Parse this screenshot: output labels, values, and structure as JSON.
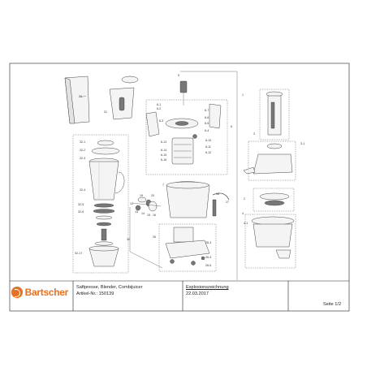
{
  "title_block": {
    "brand": "Bartscher",
    "product": "Saftpresse, Blender, Combijuicer",
    "article": "Artikel-Nr.: 150139",
    "drawing_type": "Explosionszeichnung",
    "date": "22.03.2017",
    "page": "Seite 1/2"
  },
  "callouts": {
    "c32_1": "32-1",
    "c32_2": "32-2",
    "c32_3": "32-3",
    "c32_4": "32-4",
    "c32_5": "32-5",
    "c32_6": "32-6",
    "c32_17": "32-17",
    "c32": "32",
    "c29": "29",
    "c31": "31",
    "c5": "5",
    "c6_1": "6-1",
    "c6_2": "6-2",
    "c6_3": "6-3",
    "c6_4": "6-4",
    "c6_5": "6-5",
    "c6_6": "6-6",
    "c6_7": "6-7",
    "c6_10": "6-10",
    "c6_11": "6-11",
    "c6_12": "6-12",
    "c6_13": "6-13",
    "c6_14": "6-14",
    "c6_15": "6-15",
    "c6_16": "6-16",
    "c6": "6",
    "c7": "7",
    "c12": "12",
    "c13": "13",
    "c14": "14",
    "c15": "15",
    "c16": "16",
    "c17": "17",
    "c18": "18",
    "c19": "19",
    "c20": "20",
    "c26": "26",
    "c26_3": "26-3",
    "c26_4": "26-4",
    "c26_5": "26-5",
    "c1": "1",
    "c2": "2",
    "c3": "3",
    "c4": "4",
    "c3_1": "3-1",
    "c4_1": "4-1"
  }
}
